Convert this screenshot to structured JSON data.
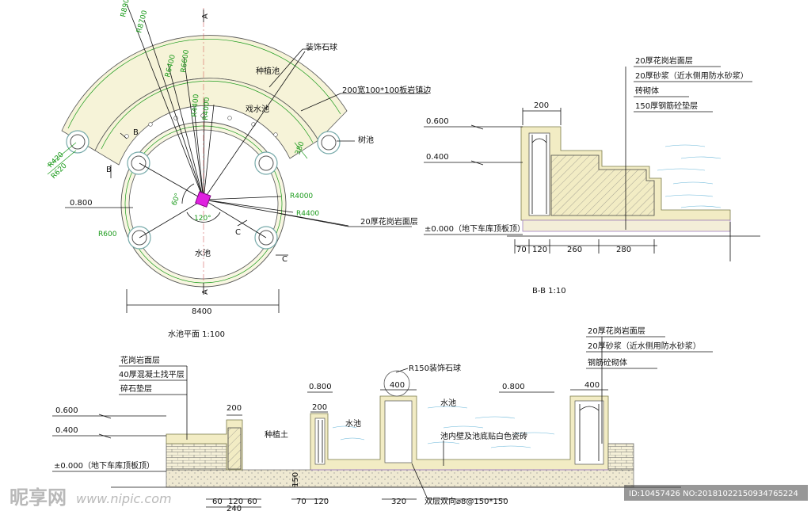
{
  "plan": {
    "title": "水池平面 1:100",
    "labels": {
      "ball": "装饰石球",
      "planter": "种植池",
      "edge": "200宽100*100板岩镇边",
      "playpool": "戏水池",
      "tree": "树池",
      "pool": "水池",
      "granite": "20厚花岗岩面层",
      "level": "0.800",
      "width": "8400",
      "angle60": "60°",
      "angle120": "120°",
      "secA": "A",
      "secB": "B",
      "secC": "C"
    },
    "radii": [
      "R8900",
      "R8700",
      "R6400",
      "R6600",
      "R4400",
      "R4000",
      "R4000",
      "R4400",
      "R600",
      "R420",
      "R620",
      "380"
    ]
  },
  "section_bb": {
    "title": "B-B 1:10",
    "layers": [
      "20厚花岗岩面层",
      "20厚砂浆（近水侧用防水砂浆）",
      "砖砌体",
      "150厚钢筋砼垫层"
    ],
    "levels": [
      "0.600",
      "0.400",
      "±0.000（地下车库顶板顶）"
    ],
    "dims": [
      "200",
      "70",
      "120",
      "260",
      "280"
    ]
  },
  "section_aa": {
    "left_layers": [
      "花岗岩面层",
      "40厚混凝土找平层",
      "碎石垫层"
    ],
    "right_layers": [
      "20厚花岗岩面层",
      "20厚砂浆（近水侧用防水砂浆）",
      "钢筋砼砌体"
    ],
    "levels": [
      "0.600",
      "0.400",
      "±0.000（地下车库顶板顶）",
      "0.800",
      "0.800"
    ],
    "labels": {
      "soil": "种植土",
      "pool": "水池",
      "pool2": "水池",
      "ball": "R150装饰石球",
      "tile": "池内壁及池底贴白色瓷砖",
      "rebar": "双层双向⌀8@150*150"
    },
    "dims": [
      "200",
      "200",
      "400",
      "400",
      "60",
      "120",
      "60",
      "240",
      "70",
      "120",
      "320",
      "150"
    ]
  },
  "watermark": {
    "logo": "昵享网",
    "url": "www.nipic.com",
    "id": "ID:10457426 NO:20181022150934765224"
  }
}
